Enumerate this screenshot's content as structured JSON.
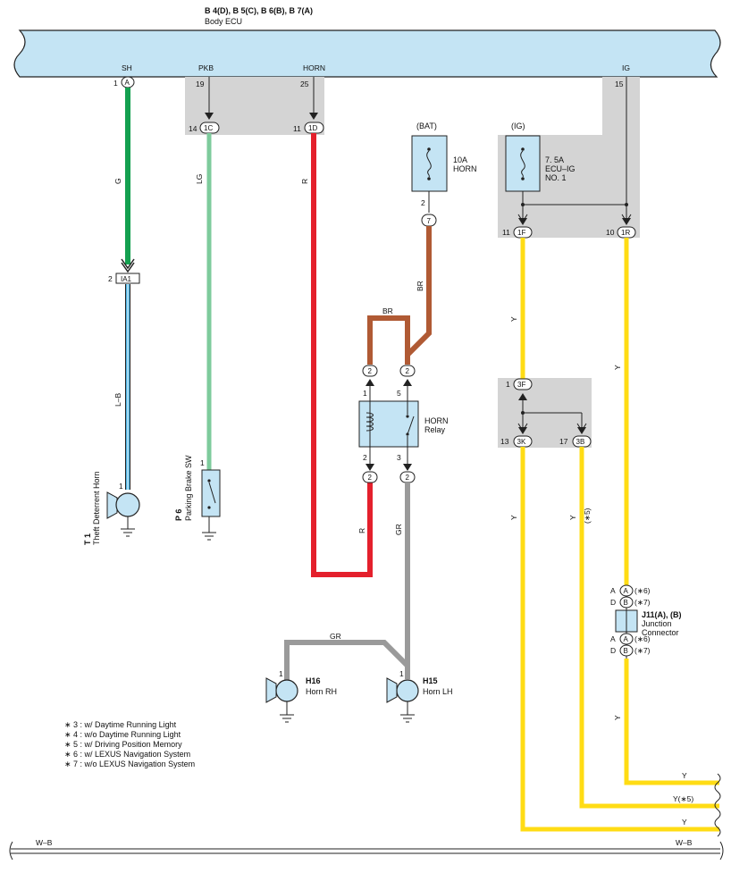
{
  "header": {
    "ecu_codes": "B 4(D), B 5(C), B 6(B), B 7(A)",
    "ecu_name": "Body ECU"
  },
  "ecu_terminals": {
    "sh": {
      "label": "SH",
      "pin": "1",
      "conn": "A"
    },
    "pkb": {
      "label": "PKB",
      "pin": "19"
    },
    "horn": {
      "label": "HORN",
      "pin": "25"
    },
    "ig": {
      "label": "IG",
      "pin": "15"
    }
  },
  "connectors": {
    "c_1c": {
      "pin": "14",
      "code": "1C"
    },
    "c_1d": {
      "pin": "11",
      "code": "1D"
    },
    "ia1": {
      "pin": "2",
      "code": "IA1"
    },
    "c7": {
      "pin": "2",
      "code": "7"
    },
    "c_1f": {
      "pin": "11",
      "code": "1F"
    },
    "c_1r": {
      "pin": "10",
      "code": "1R"
    },
    "c_3f": {
      "pin": "1",
      "code": "3F"
    },
    "c_3k": {
      "pin": "13",
      "code": "3K"
    },
    "c_3b": {
      "pin": "17",
      "code": "3B"
    },
    "relay_top_left": {
      "code": "2",
      "pin": "1"
    },
    "relay_top_right": {
      "code": "2",
      "pin": "5"
    },
    "relay_bot_left": {
      "code": "2",
      "pin": "2"
    },
    "relay_bot_right": {
      "code": "2",
      "pin": "3"
    }
  },
  "fuses": {
    "horn": {
      "source": "(BAT)",
      "rating": "10A",
      "name": "HORN"
    },
    "ecu_ig": {
      "source": "(IG)",
      "rating": "7. 5A",
      "name1": "ECU–IG",
      "name2": "NO. 1"
    }
  },
  "wires": {
    "g": "G",
    "lb": "L–B",
    "lg": "LG",
    "r1": "R",
    "r2": "R",
    "br1": "BR",
    "br2": "BR",
    "gr1": "GR",
    "gr2": "GR",
    "y1": "Y",
    "y2": "Y",
    "y3": "Y",
    "y4": "Y",
    "y5": "Y",
    "y_note": "(∗5)",
    "out_y1": "Y",
    "out_y2": "Y(∗5)",
    "out_y3": "Y",
    "ground1": "W–B",
    "ground2": "W–B"
  },
  "components": {
    "t1": {
      "code": "T 1",
      "name": "Theft Deterrent Horn",
      "pin": "1"
    },
    "p6": {
      "code": "P 6",
      "name": "Parking Brake SW",
      "pin": "1"
    },
    "relay": {
      "line1": "HORN",
      "line2": "Relay"
    },
    "h16": {
      "code": "H16",
      "name": "Horn RH",
      "pin": "1"
    },
    "h15": {
      "code": "H15",
      "name": "Horn LH",
      "pin": "1"
    },
    "j11": {
      "code": "J11(A), (B)",
      "name1": "Junction",
      "name2": "Connector",
      "rows": [
        {
          "pin": "A",
          "conn": "A",
          "note": "(∗6)"
        },
        {
          "pin": "D",
          "conn": "B",
          "note": "(∗7)"
        },
        {
          "pin": "A",
          "conn": "A",
          "note": "(∗6)"
        },
        {
          "pin": "D",
          "conn": "B",
          "note": "(∗7)"
        }
      ]
    }
  },
  "notes": [
    "∗ 3 : w/ Daytime Running Light",
    "∗ 4 : w/o Daytime Running Light",
    "∗ 5 : w/ Driving Position Memory",
    "∗ 6 : w/ LEXUS Navigation System",
    "∗ 7 : w/o LEXUS Navigation System"
  ],
  "colors": {
    "ecu_fill": "#c4e4f4",
    "shade": "#d4d4d4",
    "green": "#14a050",
    "lightgreen": "#7ecb9c",
    "blue": "#4cb4e4",
    "red": "#e4202c",
    "brown": "#b05a34",
    "gray": "#9a9a9a",
    "yellow": "#ffdc14"
  }
}
